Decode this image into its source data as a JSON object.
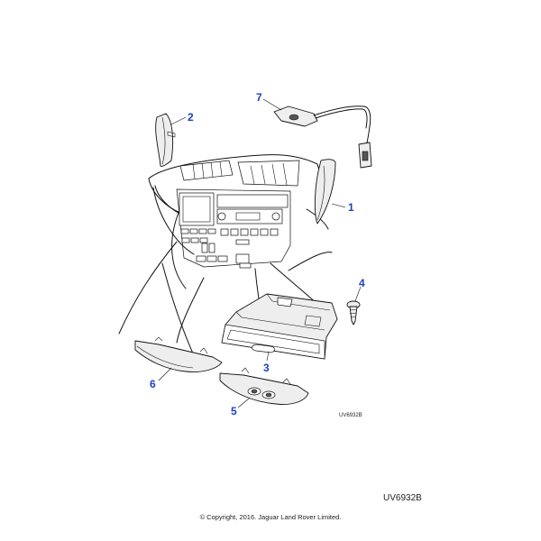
{
  "callouts": {
    "c1": "1",
    "c2": "2",
    "c3": "3",
    "c4": "4",
    "c5": "5",
    "c6": "6",
    "c7": "7"
  },
  "refs": {
    "small": "UV6932B",
    "large": "UV6932B"
  },
  "copyright": "© Copyright, 2016. Jaguar Land Rover Limited.",
  "colors": {
    "callout": "#1f3fbf",
    "line": "#111111"
  }
}
